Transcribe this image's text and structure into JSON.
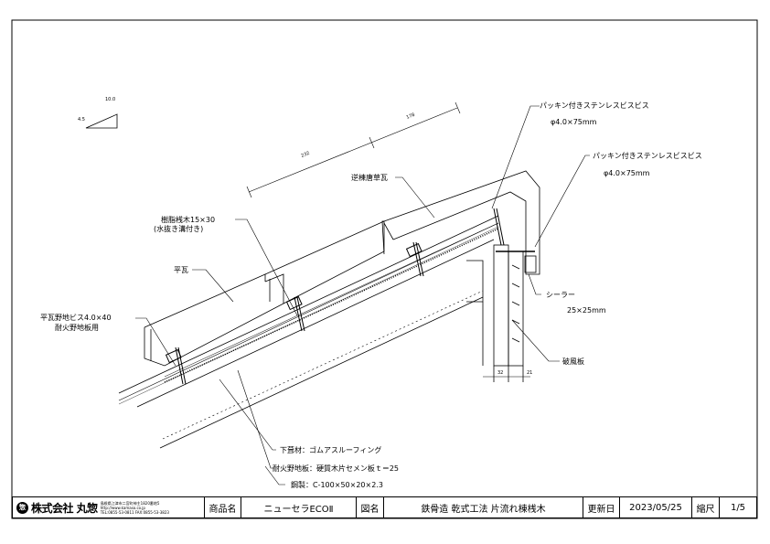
{
  "labels": {
    "screw1_name": "パッキン付きステンレスビスビス",
    "screw1_size": "φ4.0×75mm",
    "screw2_name": "パッキン付きステンレスビスビス",
    "screw2_size": "φ4.0×75mm",
    "ridge_tile": "逆棟唐草瓦",
    "batten_resin": "樹脂桟木15×30",
    "batten_note": "(水抜き溝付き)",
    "flat_tile": "平瓦",
    "flat_screw": "平瓦野地ビス4.0×40",
    "flat_screw_note": "耐火野地板用",
    "sealer": "シーラー",
    "sealer_size": "25×25mm",
    "fascia": "破風板",
    "underlay": "下葺材：ゴムアスルーフィング",
    "sheathing": "耐火野地板：硬質木片セメン板ｔ＝25",
    "steel": "鋼製：C-100×50×20×2.3"
  },
  "dims": {
    "slope_w": "10.0",
    "slope_h": "4.5",
    "d1": "232",
    "d2": "178",
    "d3": "32",
    "d4": "21"
  },
  "titleblock": {
    "company": "株式会社 丸惣",
    "address1": "島根県江津市二宮町神主1820番地5",
    "address2": "http://www.kamaso.co.jp",
    "address3": "TEL:0855-53-0811 FAX:0855-53-3823",
    "logo": "惣",
    "product_label": "商品名",
    "product": "ニューセラECOⅡ",
    "drawing_label": "図名",
    "drawing": "鉄骨造 乾式工法 片流れ棟桟木",
    "date_label": "更新日",
    "date": "2023/05/25",
    "scale_label": "縮尺",
    "scale": "1/5"
  }
}
